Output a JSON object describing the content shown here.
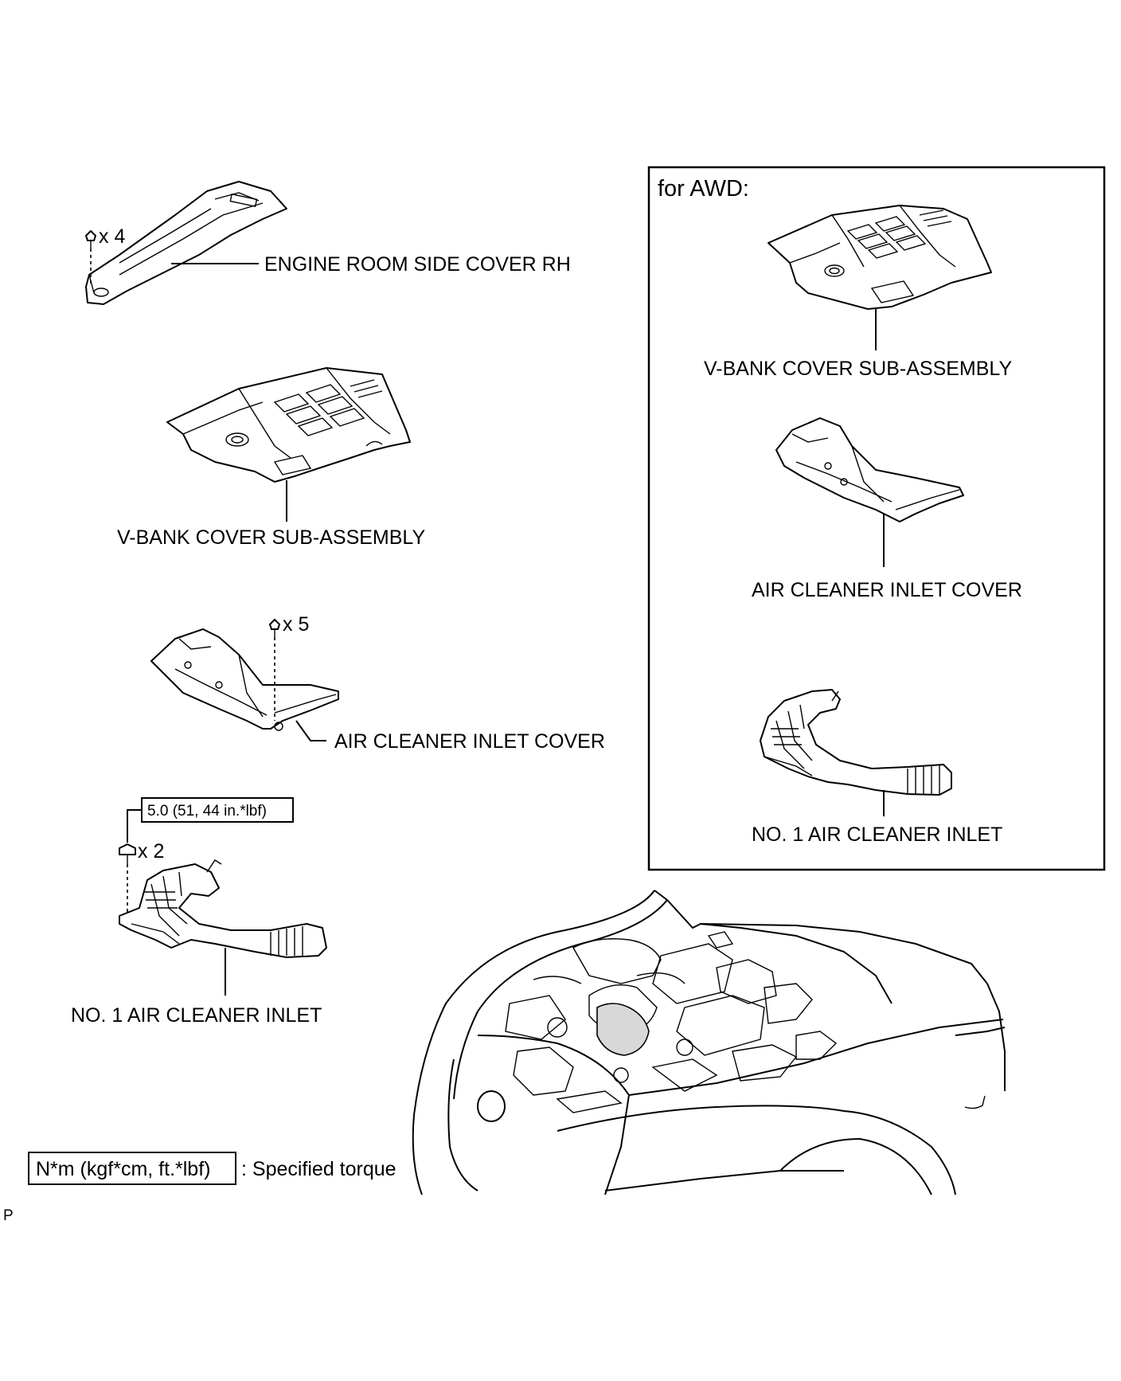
{
  "labels": {
    "engine_room_side_cover_rh": "ENGINE ROOM SIDE COVER RH",
    "vbank_cover_left": "V-BANK COVER SUB-ASSEMBLY",
    "air_cleaner_inlet_cover_left": "AIR CLEANER INLET COVER",
    "no1_air_cleaner_inlet_left": "NO. 1 AIR CLEANER INLET",
    "vbank_cover_awd": "V-BANK COVER SUB-ASSEMBLY",
    "air_cleaner_inlet_cover_awd": "AIR CLEANER INLET COVER",
    "no1_air_cleaner_inlet_awd": "NO. 1 AIR CLEANER INLET"
  },
  "quantities": {
    "clip_side_cover": "x 4",
    "clip_inlet_cover": "x 5",
    "bolt_inlet": "x 2"
  },
  "torque": {
    "bolt_value": "5.0 (51, 44 in.*lbf)",
    "legend_box": "N*m (kgf*cm, ft.*lbf)",
    "legend_text": ": Specified torque"
  },
  "awd_panel": {
    "title": "for AWD:"
  },
  "corner_mark": "P"
}
